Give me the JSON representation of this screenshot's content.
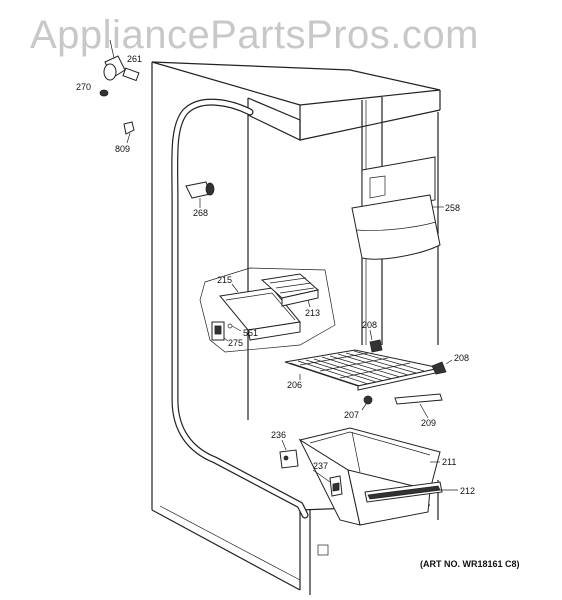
{
  "watermark": "AppliancePartsPros.com",
  "art_number": "(ART NO. WR18161 C8)",
  "part_labels": {
    "p261": "261",
    "p270": "270",
    "p809": "809",
    "p268": "268",
    "p258": "258",
    "p215": "215",
    "p213": "213",
    "p551": "551",
    "p275": "275",
    "p208a": "208",
    "p208b": "208",
    "p206": "206",
    "p207": "207",
    "p209": "209",
    "p236": "236",
    "p237": "237",
    "p211": "211",
    "p212": "212"
  }
}
